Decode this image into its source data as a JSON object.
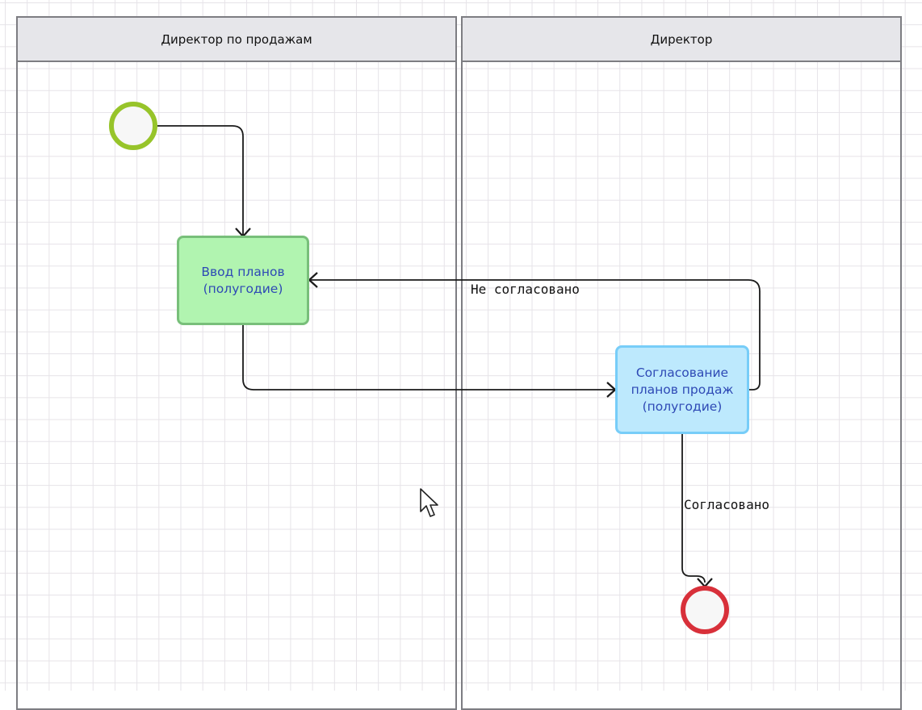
{
  "lanes": [
    {
      "title": "Директор по продажам"
    },
    {
      "title": "Директор"
    }
  ],
  "nodes": {
    "start_event": {
      "type": "start-event",
      "color": "#97c42a"
    },
    "task_input": {
      "label": "Ввод планов\n(полугодие)",
      "fill": "#b1f4b0",
      "stroke": "#78bf7a"
    },
    "task_approve": {
      "label": "Согласование\nпланов продаж\n(полугодие)",
      "fill": "#bde9fd",
      "stroke": "#77cdf8"
    },
    "end_event": {
      "type": "end-event",
      "color": "#d8303a"
    }
  },
  "edges": [
    {
      "from": "start_event",
      "to": "task_input",
      "label": ""
    },
    {
      "from": "task_input",
      "to": "task_approve",
      "label": ""
    },
    {
      "from": "task_approve",
      "to": "task_input",
      "label": "Не согласовано"
    },
    {
      "from": "task_approve",
      "to": "end_event",
      "label": "Согласовано"
    }
  ],
  "colors": {
    "grid": "#e6e3e8",
    "lane_border": "#7d7d82",
    "lane_header": "#e6e6ea",
    "task_text": "#2e49b5",
    "connector": "#1a1a1a"
  }
}
